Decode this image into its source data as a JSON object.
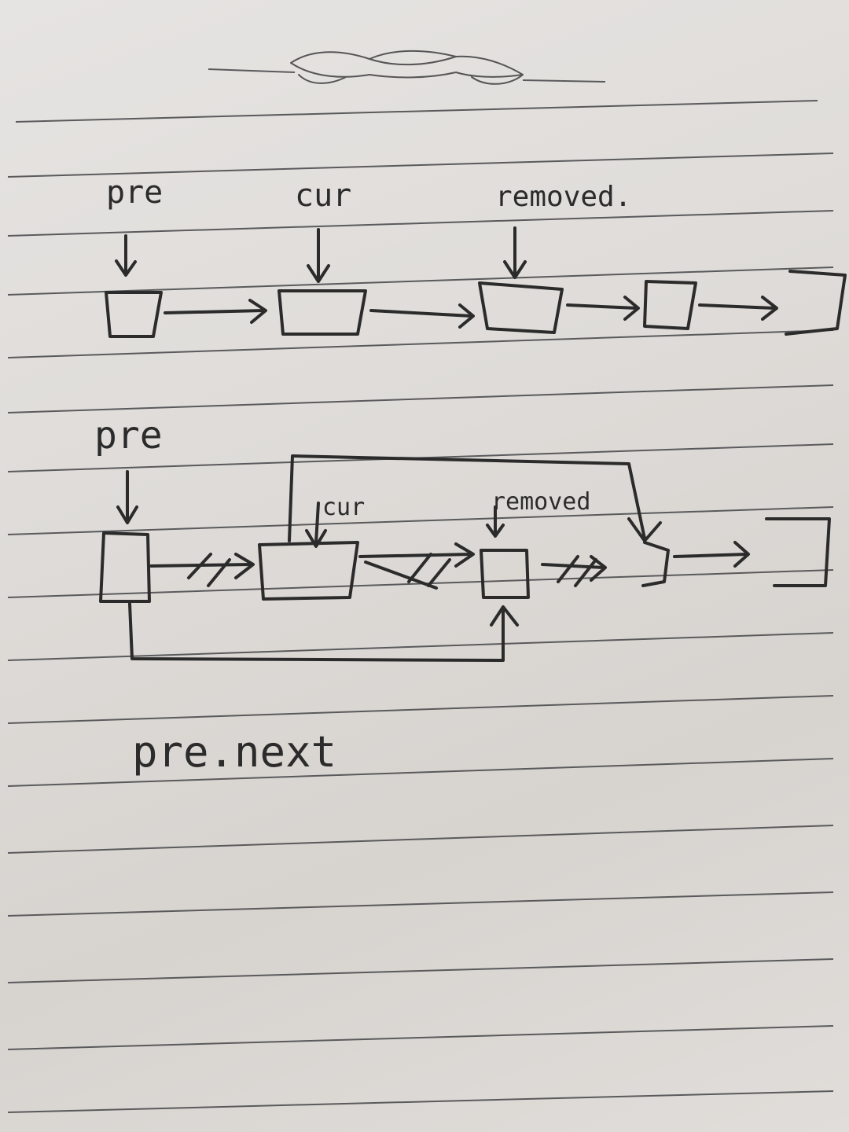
{
  "labels": {
    "pre_top": "pre",
    "cur_top": "cur",
    "removed_top": "removed.",
    "pre_bottom": "pre",
    "cur_bottom": "cur",
    "removed_bottom": "removed",
    "pre_next": "pre.next"
  },
  "colors": {
    "paper": "#dedbd8",
    "ink": "#2b2b2b",
    "rule": "#5a5a5c"
  }
}
